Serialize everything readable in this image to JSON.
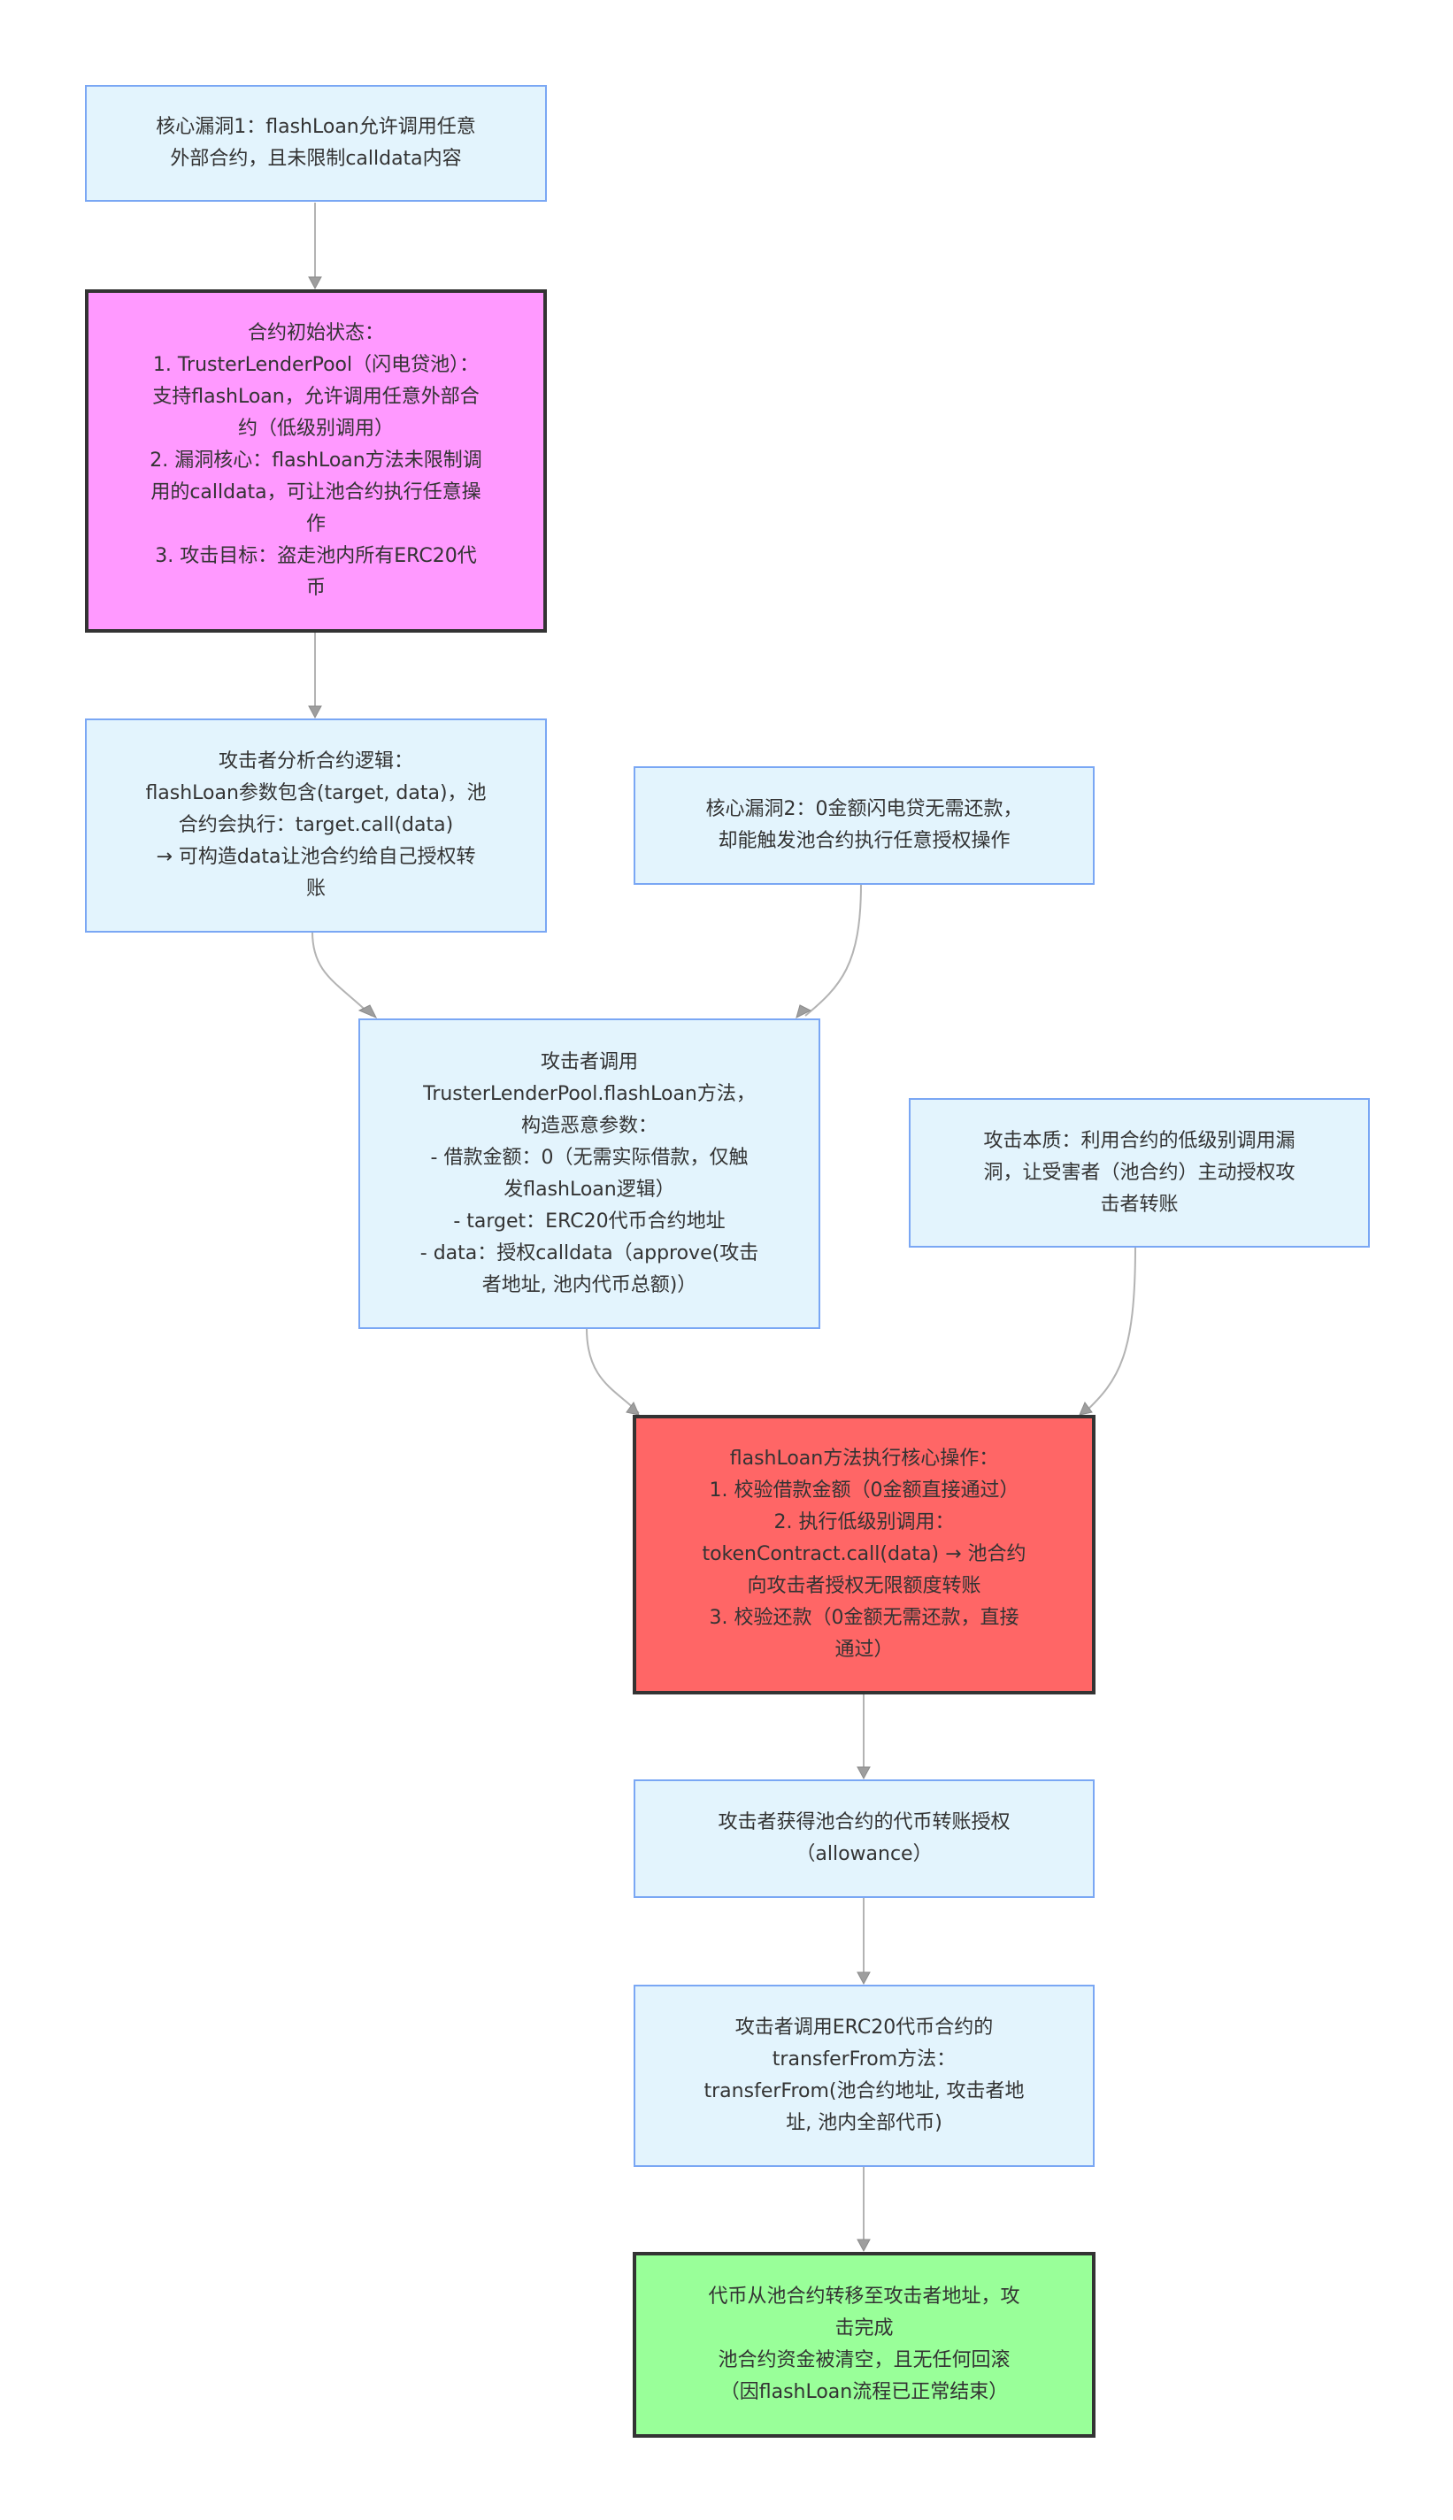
{
  "diagram": {
    "type": "flowchart",
    "direction": "top-down",
    "colors": {
      "normal_fill": "#e3f4fd",
      "normal_border": "#7aa7f4",
      "highlight_border": "#333333",
      "initial_state_fill": "#ff99ff",
      "core_operation_fill": "#ff6666",
      "result_fill": "#99ff99",
      "edge": "#b3b3b3",
      "text": "#333333"
    },
    "nodes": [
      {
        "id": "vuln1",
        "style": "normal",
        "label": "核心漏洞1：flashLoan允许调用任意\n外部合约，且未限制calldata内容"
      },
      {
        "id": "initial_state",
        "style": "pink",
        "label": "合约初始状态：\n1. TrusterLenderPool（闪电贷池）：\n支持flashLoan，允许调用任意外部合\n约（低级别调用）\n2. 漏洞核心：flashLoan方法未限制调\n用的calldata，可让池合约执行任意操\n作\n3. 攻击目标：盗走池内所有ERC20代\n币"
      },
      {
        "id": "analyze",
        "style": "normal",
        "label": "攻击者分析合约逻辑：\nflashLoan参数包含(target, data)，池\n合约会执行：target.call(data)\n→ 可构造data让池合约给自己授权转\n账"
      },
      {
        "id": "vuln2",
        "style": "normal",
        "label": "核心漏洞2：0金额闪电贷无需还款，\n却能触发池合约执行任意授权操作"
      },
      {
        "id": "call_flashloan",
        "style": "normal",
        "label": "攻击者调用\nTrusterLenderPool.flashLoan方法，\n构造恶意参数：\n- 借款金额：0（无需实际借款，仅触\n发flashLoan逻辑）\n- target：ERC20代币合约地址\n- data：授权calldata（approve(攻击\n者地址, 池内代币总额)）"
      },
      {
        "id": "essence",
        "style": "normal",
        "label": "攻击本质：利用合约的低级别调用漏\n洞，让受害者（池合约）主动授权攻\n击者转账"
      },
      {
        "id": "core_op",
        "style": "red",
        "label": "flashLoan方法执行核心操作：\n1. 校验借款金额（0金额直接通过）\n2. 执行低级别调用：\ntokenContract.call(data) → 池合约\n向攻击者授权无限额度转账\n3. 校验还款（0金额无需还款，直接\n通过）"
      },
      {
        "id": "allowance",
        "style": "normal",
        "label": "攻击者获得池合约的代币转账授权\n（allowance）"
      },
      {
        "id": "transfer_from",
        "style": "normal",
        "label": "攻击者调用ERC20代币合约的\ntransferFrom方法：\ntransferFrom(池合约地址, 攻击者地\n址, 池内全部代币)"
      },
      {
        "id": "result",
        "style": "green",
        "label": "代币从池合约转移至攻击者地址，攻\n击完成\n池合约资金被清空，且无任何回滚\n（因flashLoan流程已正常结束）"
      }
    ],
    "edges": [
      {
        "from": "vuln1",
        "to": "initial_state"
      },
      {
        "from": "initial_state",
        "to": "analyze"
      },
      {
        "from": "analyze",
        "to": "call_flashloan"
      },
      {
        "from": "vuln2",
        "to": "call_flashloan"
      },
      {
        "from": "call_flashloan",
        "to": "core_op"
      },
      {
        "from": "essence",
        "to": "core_op"
      },
      {
        "from": "core_op",
        "to": "allowance"
      },
      {
        "from": "allowance",
        "to": "transfer_from"
      },
      {
        "from": "transfer_from",
        "to": "result"
      }
    ]
  }
}
